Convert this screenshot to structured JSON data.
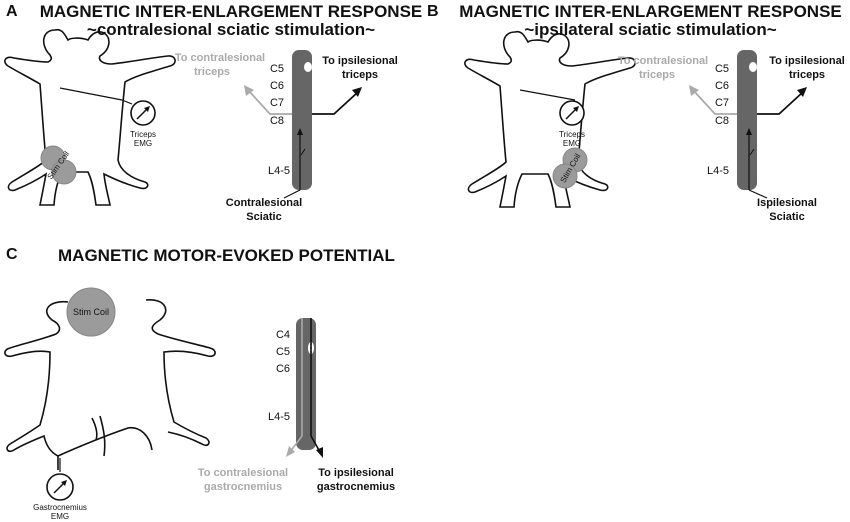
{
  "panel_a": {
    "letter": "A",
    "title_line1": "MAGNETIC INTER-ENLARGEMENT RESPONSE",
    "title_line2": "~contralesional sciatic stimulation~",
    "coil_label": "Stim Coil",
    "emg_label_line1": "Triceps",
    "emg_label_line2": "EMG",
    "segments": [
      "C5",
      "C6",
      "C7",
      "C8",
      "L4-5"
    ],
    "contra_label_line1": "To contralesional",
    "contra_label_line2": "triceps",
    "ipsi_label_line1": "To ipsilesional",
    "ipsi_label_line2": "triceps",
    "input_label_line1": "Contralesional",
    "input_label_line2": "Sciatic"
  },
  "panel_b": {
    "letter": "B",
    "title_line1": "MAGNETIC INTER-ENLARGEMENT RESPONSE",
    "title_line2": "~ipsilateral sciatic stimulation~",
    "coil_label": "Stim Coil",
    "emg_label_line1": "Triceps",
    "emg_label_line2": "EMG",
    "segments": [
      "C5",
      "C6",
      "C7",
      "C8",
      "L4-5"
    ],
    "contra_label_line1": "To contralesional",
    "contra_label_line2": "triceps",
    "ipsi_label_line1": "To ipsilesional",
    "ipsi_label_line2": "triceps",
    "input_label_line1": "Ispilesional",
    "input_label_line2": "Sciatic"
  },
  "panel_c": {
    "letter": "C",
    "title_line1": "MAGNETIC MOTOR-EVOKED POTENTIAL",
    "coil_label": "Stim Coil",
    "emg_label_line1": "Gastrocnemius",
    "emg_label_line2": "EMG",
    "segments": [
      "C4",
      "C5",
      "C6",
      "L4-5"
    ],
    "contra_label_line1": "To contralesional",
    "contra_label_line2": "gastrocnemius",
    "ipsi_label_line1": "To ipsilesional",
    "ipsi_label_line2": "gastrocnemius"
  },
  "colors": {
    "cord": "#666666",
    "coil": "#9b9b9b",
    "contra_gray": "#aaaaaa",
    "ink": "#111111"
  }
}
